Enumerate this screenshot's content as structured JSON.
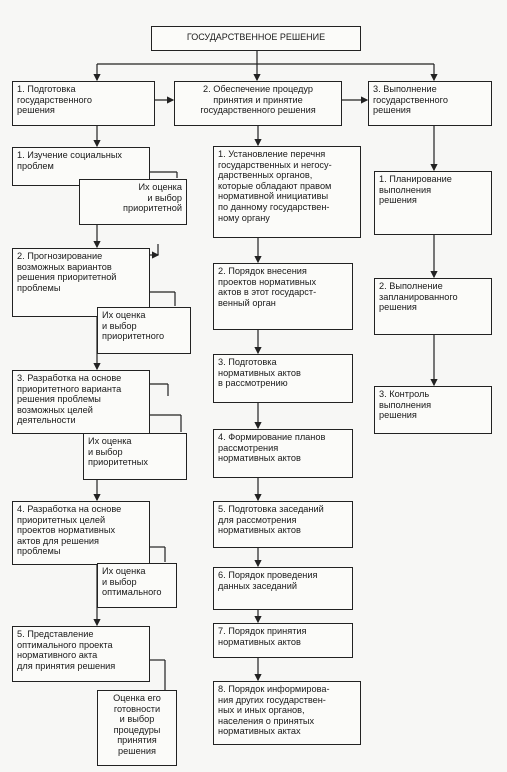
{
  "title": "ГОСУДАРСТВЕННОЕ РЕШЕНИЕ",
  "columns": {
    "left": "1. Подготовка\nгосударственного\nрешения",
    "middle": "2. Обеспечение процедур\nпринятия и принятие\nгосударственного решения",
    "right": "3. Выполнение\nгосударственного\nрешения"
  },
  "left_steps": [
    "1. Изучение социальных\nпроблем",
    "2. Прогнозирование\nвозможных вариантов\nрешения приоритетной\nпроблемы",
    "3. Разработка на основе\nприоритетного варианта\nрешения проблемы\nвозможных целей\nдеятельности",
    "4. Разработка на основе\nприоритетных целей\nпроектов нормативных\nактов для решения\nпроблемы",
    "5. Представление\nоптимального проекта\nнормативного акта\nдля принятия решения"
  ],
  "left_evals": [
    "Их оценка\nи выбор\nприоритетной",
    "Их оценка\nи выбор\nприоритетного",
    "Их оценка\nи выбор\nприоритетных",
    "Их оценка\nи выбор\nоптимального",
    "Оценка его\nготовности\nи выбор\nпроцедуры\nпринятия\nрешения"
  ],
  "middle_steps": [
    "1. Установление перечня\nгосударственных и негосу-\nдарственных органов,\nкоторые обладают правом\nнормативной инициативы\nпо данному государствен-\nному органу",
    "2. Порядок внесения\nпроектов нормативных\nактов в этот государст-\nвенный орган",
    "3. Подготовка\nнормативных актов\nв рассмотрению",
    "4. Формирование планов\nрассмотрения\nнормативных актов",
    "5. Подготовка заседаний\nдля рассмотрения\nнормативных актов",
    "6. Порядок проведения\nданных заседаний",
    "7. Порядок принятия\nнормативных актов",
    "8. Порядок информирова-\nния других государствен-\nных и иных органов,\nнаселения о принятых\nнормативных актах"
  ],
  "right_steps": [
    "1. Планирование\nвыполнения\nрешения",
    "2. Выполнение\nзапланированного\nрешения",
    "3. Контроль\nвыполнения\nрешения"
  ]
}
